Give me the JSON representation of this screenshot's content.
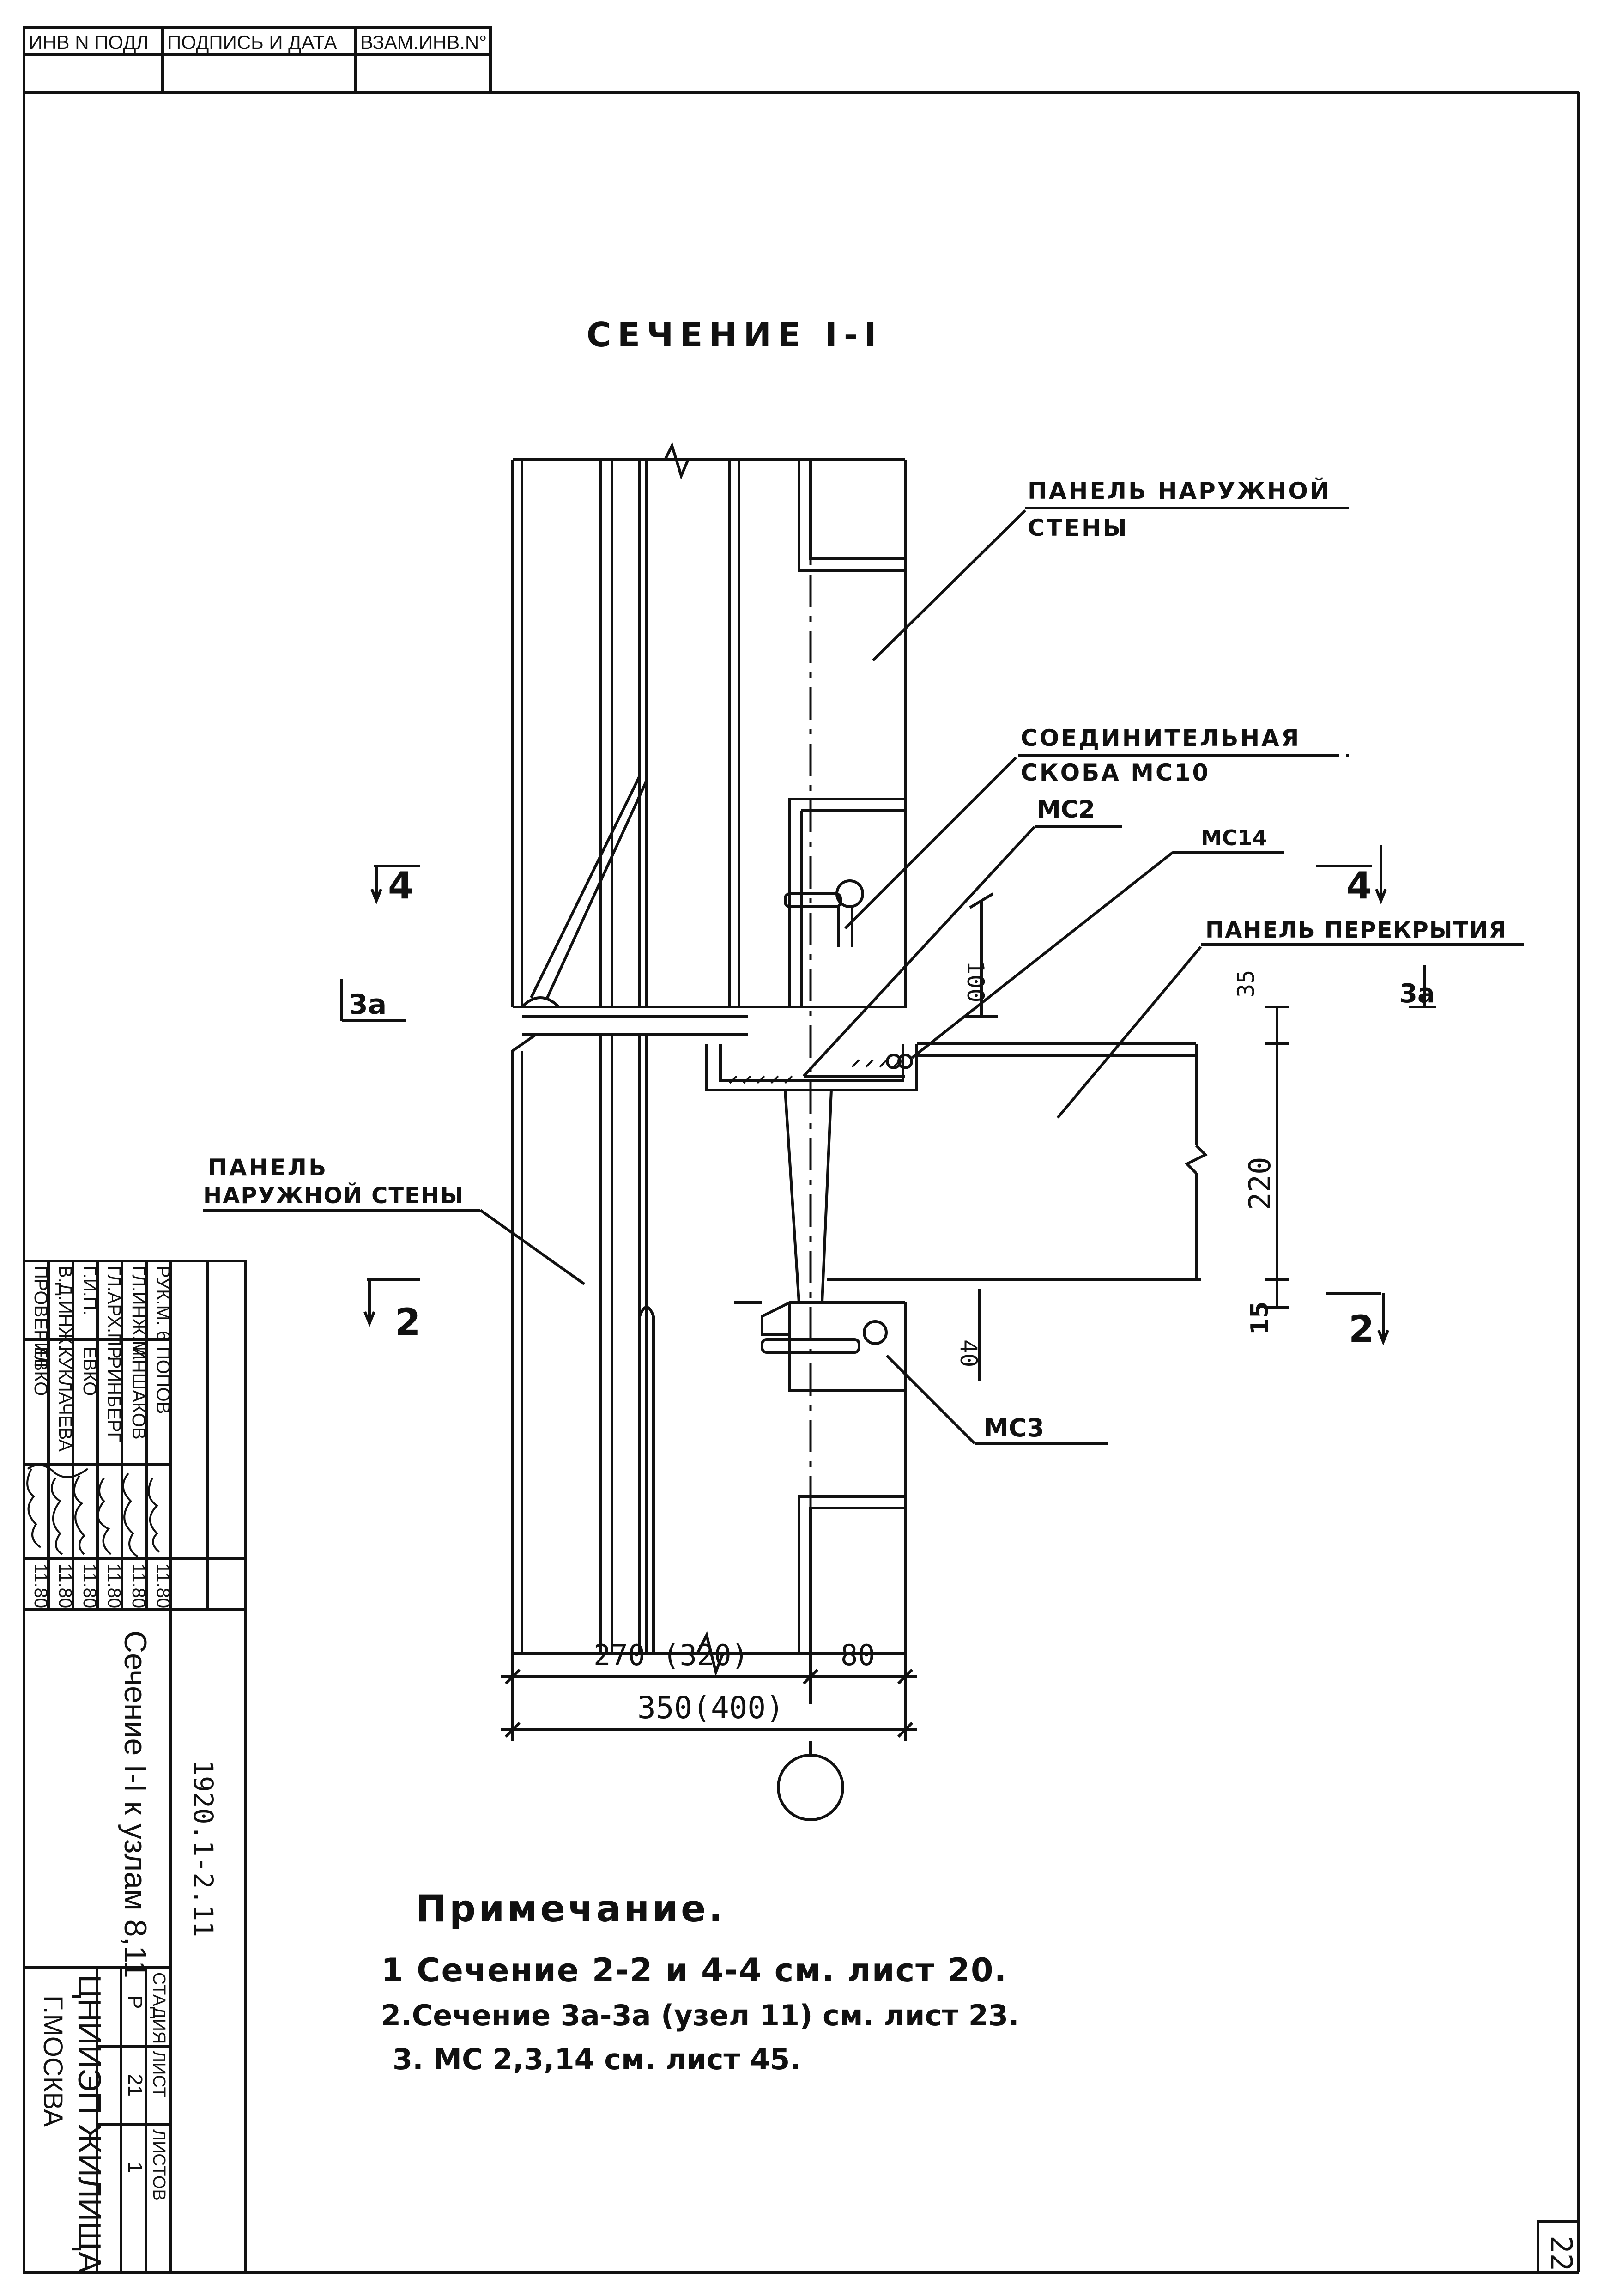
{
  "top_stamp": {
    "inv_podl": "ИНВ N ПОДЛ",
    "podpis_data": "ПОДПИСЬ И ДАТА",
    "vzam_inv": "ВЗАМ.ИНВ.N°"
  },
  "drawing": {
    "title": "СЕЧЕНИЕ I-I",
    "labels": {
      "panel_outer_wall_top": [
        "ПАНЕЛЬ НАРУЖНОЙ",
        "СТЕНЫ"
      ],
      "bracket": [
        "СОЕДИНИТЕЛЬНАЯ",
        "СКОБА МС10"
      ],
      "mc2": "МС2",
      "mc14": "МС14",
      "panel_floor": "ПАНЕЛЬ ПЕРЕКРЫТИЯ",
      "panel_outer_wall_left": [
        "ПАНЕЛЬ",
        "НАРУЖНОЙ СТЕНЫ"
      ],
      "mc3": "МС3"
    },
    "section_marks": {
      "s4_left": "4",
      "s4_right": "4",
      "s3a_left": "3а",
      "s3a_right": "3а",
      "s2_left": "2",
      "s2_right": "2"
    },
    "dimensions": {
      "d100": "100",
      "d35": "35",
      "d220": "220",
      "d15": "15",
      "d40": "40",
      "d270": "270 (320)",
      "d80": "80",
      "d350": "350(400)"
    }
  },
  "notes": {
    "heading": "Примечание.",
    "items": [
      "1 Сечение 2-2 и 4-4 см. лист 20.",
      "2.Сечение 3а-3а (узел 11) см. лист 23.",
      "3. МС 2,3,14 см. лист 45."
    ]
  },
  "title_block": {
    "people": [
      {
        "role": "РУК.М. 6",
        "name": "ПОПОВ",
        "date": "11.80"
      },
      {
        "role": "ГЛ.ИНЖ.М.",
        "name": "ИНШАКОВ",
        "date": "11.80"
      },
      {
        "role": "ГЛ.АРХ.ПР.",
        "name": "ГРИНБЕРГ",
        "date": "11.80"
      },
      {
        "role": "Г.И.П.",
        "name": "ЕВКО",
        "date": "11.80"
      },
      {
        "role": "В.Д.ИНЖ.",
        "name": "КУКЛАЧЕВА",
        "date": "11.80"
      },
      {
        "role": "ПРОВЕРИЛ",
        "name": "ЕВКО",
        "date": "11.80"
      }
    ],
    "project_code": "1920.1-2.11",
    "sheet_title": "Сечение I-I к узлам 8,11",
    "stage_label": "СТАДИЯ",
    "sheet_label": "ЛИСТ",
    "sheets_label": "ЛИСТОВ",
    "stage": "Р",
    "sheet": "21",
    "sheets": "1",
    "org_name": "ЦНИИЭП ЖИЛИЩА",
    "org_city": "Г.МОСКВА"
  },
  "page_number": "22"
}
